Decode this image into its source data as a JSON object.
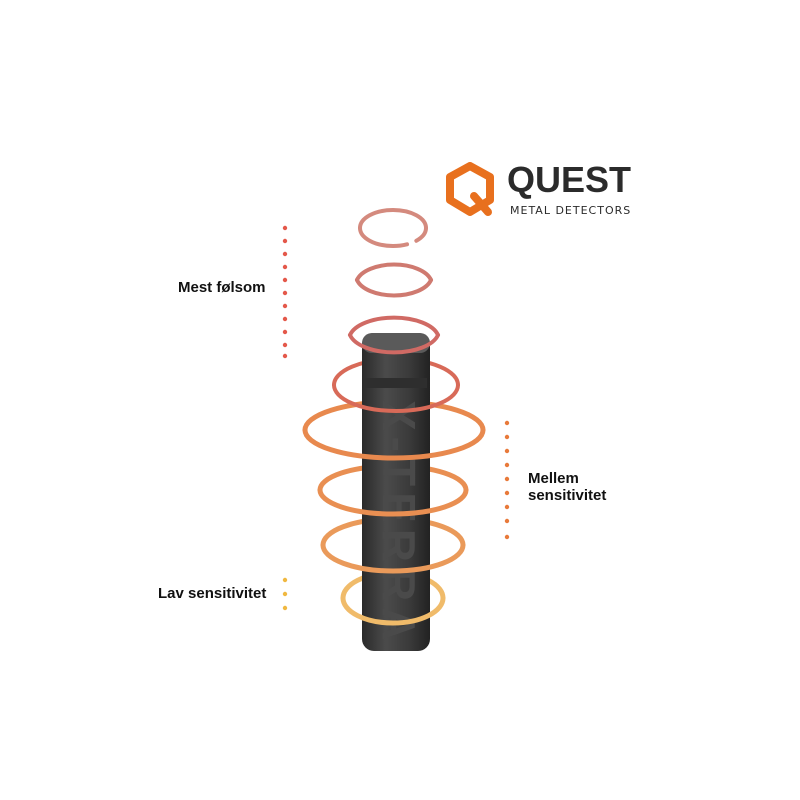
{
  "brand": {
    "name": "QUEST",
    "tagline": "METAL DETECTORS",
    "accent_color": "#e8701e"
  },
  "product_text": "X-TERRA",
  "labels": {
    "high": "Mest følsom",
    "mid_line1": "Mellem",
    "mid_line2": "sensitivitet",
    "low": "Lav sensitivitet"
  },
  "colors": {
    "ring_top": "#cf6a5e",
    "ring_mid": "#e07a50",
    "ring_orange": "#e9904e",
    "ring_low": "#f0b860",
    "dot_high": "#e4584a",
    "dot_mid": "#e87a3a",
    "dot_low": "#f0b840",
    "pole": "#3a3a3a"
  }
}
